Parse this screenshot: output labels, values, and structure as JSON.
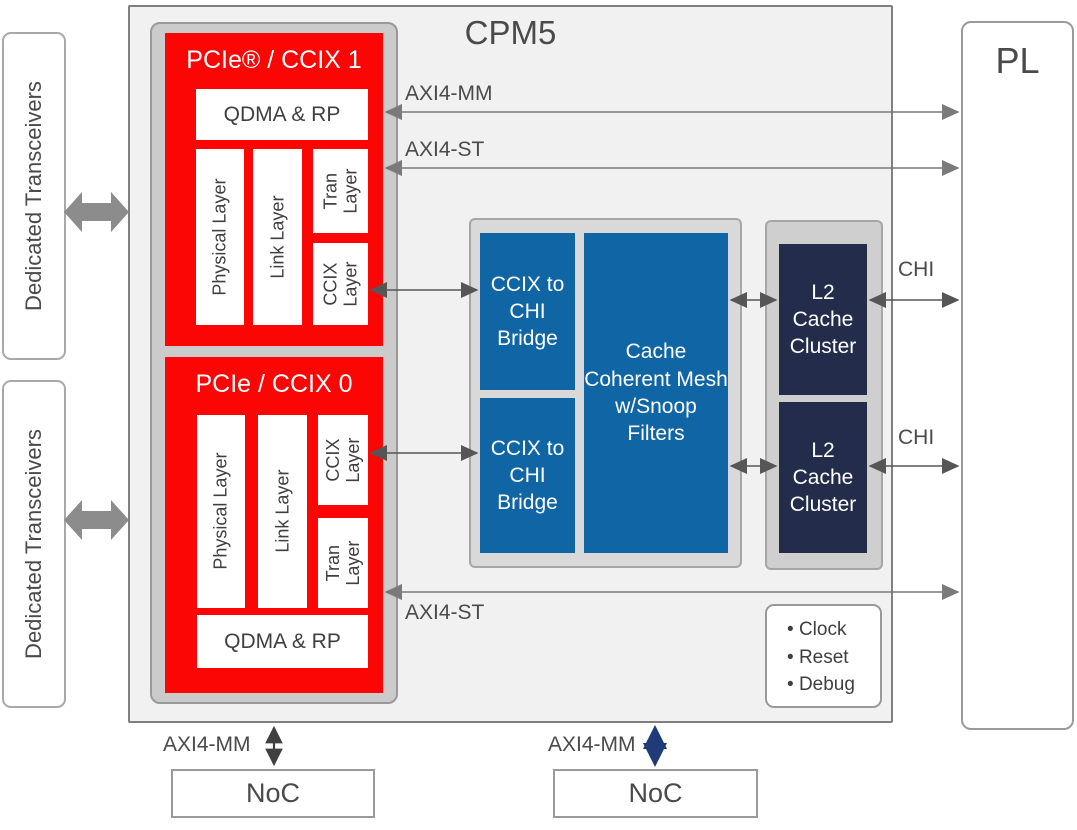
{
  "diagram": {
    "title": "CPM5",
    "pl": {
      "label": "PL"
    },
    "transceivers": {
      "label": "Dedicated Transceivers"
    },
    "pcie_block_1": {
      "title": "PCIe® / CCIX 1",
      "qdma": "QDMA & RP",
      "physical_layer": "Physical Layer",
      "link_layer": "Link Layer",
      "tran_layer": "Tran Layer",
      "ccix_layer": "CCIX Layer"
    },
    "pcie_block_0": {
      "title": "PCIe / CCIX 0",
      "qdma": "QDMA & RP",
      "physical_layer": "Physical Layer",
      "link_layer": "Link Layer",
      "tran_layer": "Tran Layer",
      "ccix_layer": "CCIX Layer"
    },
    "bridge": {
      "label": "CCIX to CHI Bridge"
    },
    "mesh": {
      "label": "Cache Coherent Mesh w/Snoop Filters"
    },
    "l2": {
      "label": "L2 Cache Cluster"
    },
    "misc": {
      "items": [
        "Clock",
        "Reset",
        "Debug"
      ]
    },
    "noc": {
      "label": "NoC"
    },
    "bus_labels": {
      "axi4_mm_top": "AXI4-MM",
      "axi4_st_top": "AXI4-ST",
      "axi4_st_bottom": "AXI4-ST",
      "chi_top": "CHI",
      "chi_bottom": "CHI",
      "axi4_mm_bottom_left": "AXI4-MM",
      "axi4_mm_bottom_mid": "AXI4-MM"
    },
    "colors": {
      "pcie_red": "#FB0505",
      "bridge_blue": "#1065A4",
      "l2_navy": "#232C4B",
      "noc_arrow_navy": "#1F3C78",
      "arrow_gray": "#7A7A7A"
    }
  }
}
